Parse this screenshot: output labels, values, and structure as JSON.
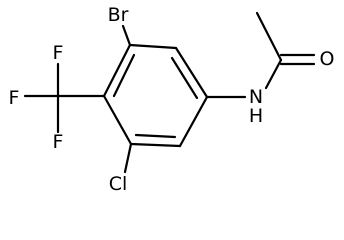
{
  "molecule": {
    "atoms": {
      "bromine": "Br",
      "chlorine": "Cl",
      "nitrogen": "N",
      "hydrogen": "H",
      "oxygen": "O",
      "fluorine_top": "F",
      "fluorine_left": "F",
      "fluorine_bottom": "F"
    }
  }
}
